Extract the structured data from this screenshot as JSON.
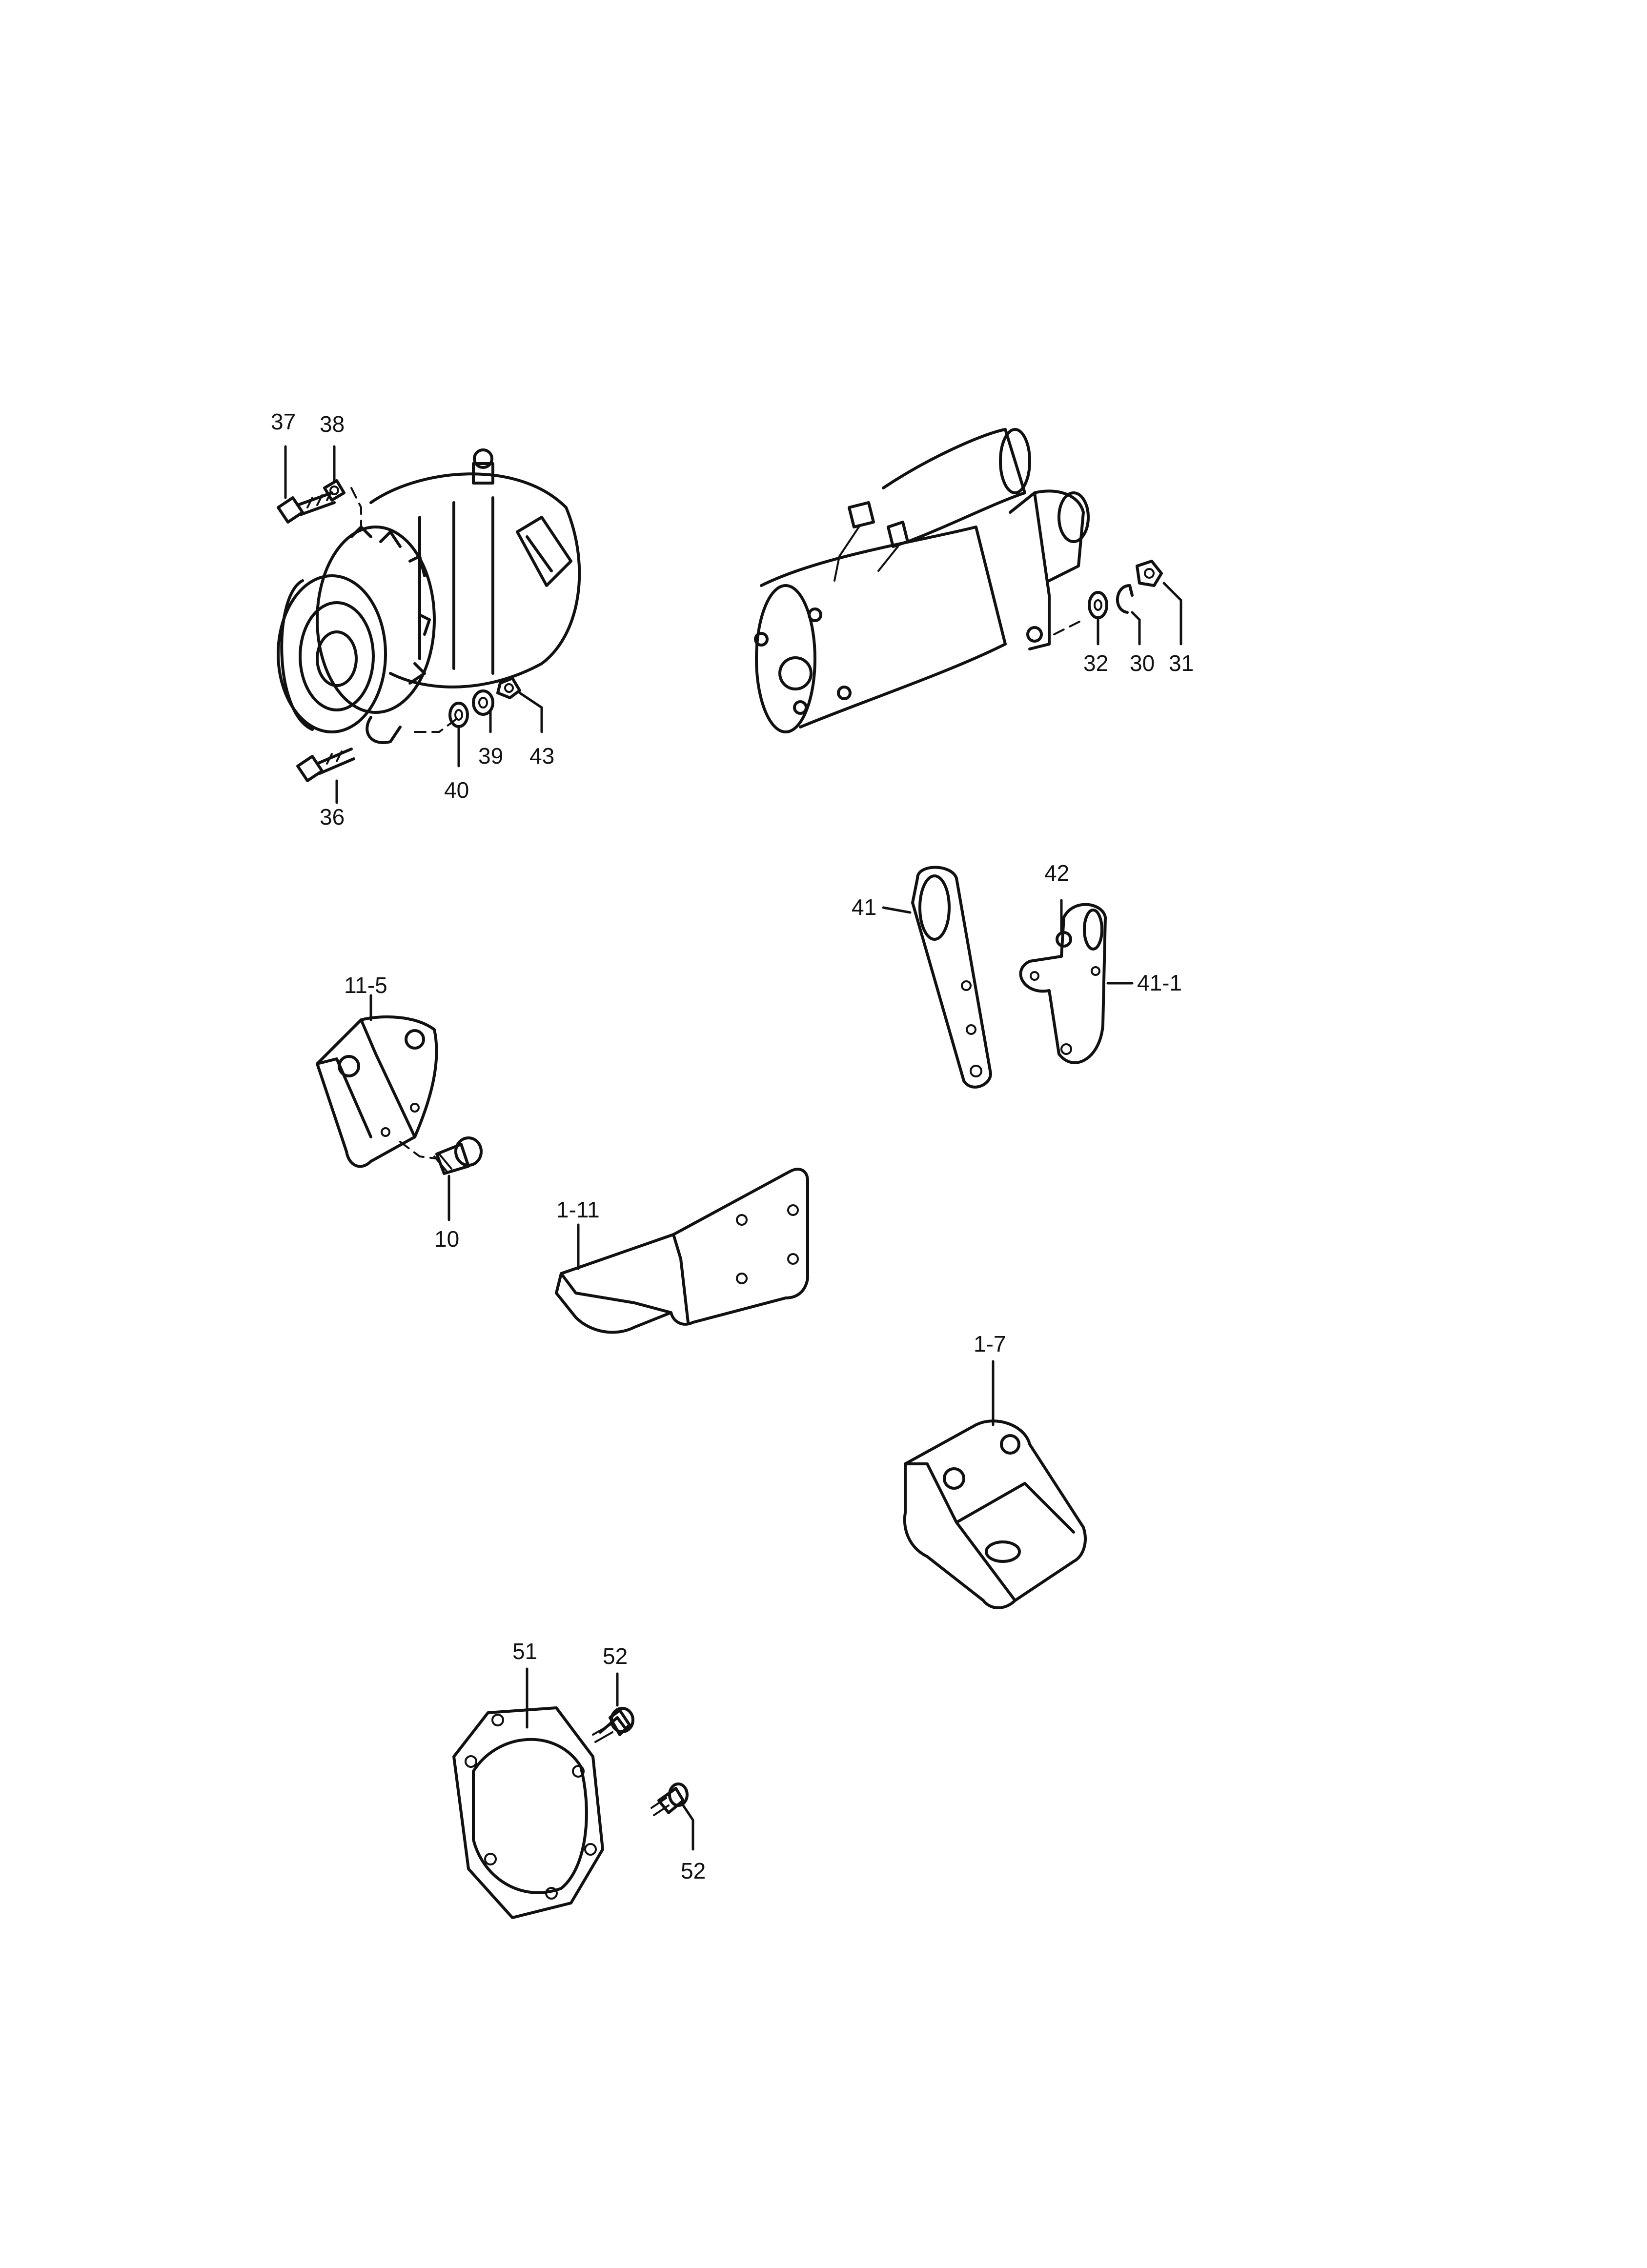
{
  "callouts": {
    "c37": "37",
    "c38": "38",
    "c36": "36",
    "c40": "40",
    "c39": "39",
    "c43": "43",
    "c32": "32",
    "c30": "30",
    "c31": "31",
    "c41": "41",
    "c42": "42",
    "c41_1": "41-1",
    "c11_5": "11-5",
    "c10": "10",
    "c1_11": "1-11",
    "c1_7": "1-7",
    "c51": "51",
    "c52a": "52",
    "c52b": "52"
  }
}
